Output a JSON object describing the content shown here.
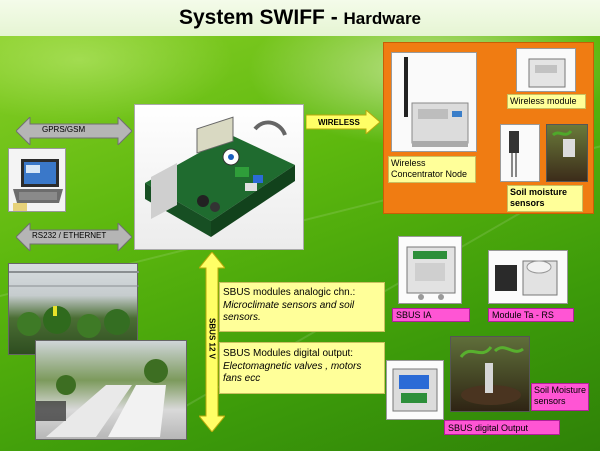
{
  "title": {
    "main": "System SWIFF",
    "sep": " - ",
    "sub": "Hardware"
  },
  "links": {
    "gprs": "GPRS/GSM",
    "rs232": "RS232 / ETHERNET",
    "wireless": "WIRELESS",
    "sbus": "SBUS 12 V"
  },
  "wireless_panel": {
    "concentrator": "Wireless Concentrator Node",
    "module": "Wireless  module",
    "soil": "Soil moisture sensors"
  },
  "sbus_analog": {
    "heading": "SBUS modules  analogic chn.:",
    "detail": "Microclimate sensors and soil sensors."
  },
  "sbus_digital": {
    "heading": "SBUS Modules  digital output:",
    "detail": "Electomagnetic valves , motors fans ecc"
  },
  "modules": {
    "ia": "SBUS IA",
    "ta_rs": "Module Ta - RS",
    "digital_output": "SBUS digital Output",
    "soil_moisture": "Soil Moisture sensors"
  },
  "colors": {
    "orange_panel": "#f07c12",
    "yellow_box": "#ffff99",
    "pink_label": "#ff55d4",
    "arrow_gray": "#b5b5b5"
  }
}
